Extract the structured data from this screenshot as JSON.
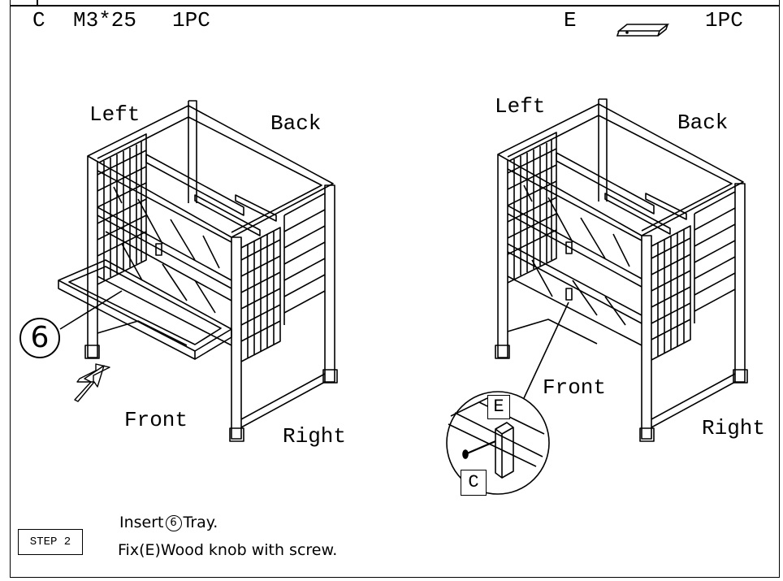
{
  "header": {
    "part_c_letter": "C",
    "part_c_spec": "M3*25",
    "part_c_qty": "1PC",
    "part_e_letter": "E",
    "part_e_qty": "1PC"
  },
  "left_diagram": {
    "label_left": "Left",
    "label_back": "Back",
    "label_front": "Front",
    "label_right": "Right",
    "callout_number": "6"
  },
  "right_diagram": {
    "label_left": "Left",
    "label_back": "Back",
    "label_front": "Front",
    "label_right": "Right",
    "detail_label_e": "E",
    "detail_label_c": "C"
  },
  "instructions": {
    "line1_prefix": "Insert",
    "line1_number": "6",
    "line1_suffix": "Tray.",
    "line2": "Fix(E)Wood knob with screw."
  },
  "step_label": "STEP 2"
}
